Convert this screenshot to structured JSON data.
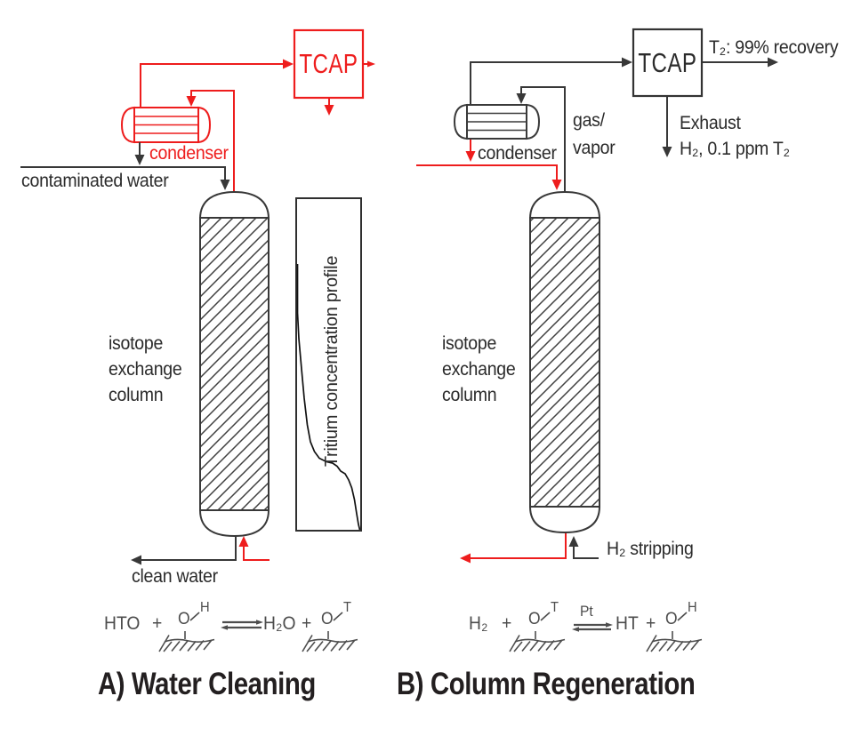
{
  "colors": {
    "red": "#ee1d1d",
    "line_dark": "#383838",
    "text_dark": "#2b2b2b",
    "equation_gray": "#4d4d4d"
  },
  "panelA": {
    "title": "A) Water Cleaning",
    "tcap": "TCAP",
    "condenser": "condenser",
    "feed": "contaminated water",
    "column_lines": [
      "isotope",
      "exchange",
      "column"
    ],
    "profile": "Tritium concentration profile",
    "outlet": "clean water",
    "eq": {
      "r1": "HTO",
      "plus1": "+",
      "o1": "O",
      "x1": "H",
      "m1": "H₂O",
      "plus2": "+",
      "o2": "O",
      "x2": "T"
    }
  },
  "panelB": {
    "title": "B) Column Regeneration",
    "tcap": "TCAP",
    "condenser": "condenser",
    "gas_lines": [
      "gas/",
      "vapor"
    ],
    "recovery": "T₂: 99% recovery",
    "exhaust_lines": [
      "Exhaust",
      "H₂, 0.1 ppm T₂"
    ],
    "column_lines": [
      "isotope",
      "exchange",
      "column"
    ],
    "stripping": "H₂ stripping",
    "eq": {
      "r1": "H₂",
      "plus1": "+",
      "o1": "O",
      "x1": "T",
      "cat": "Pt",
      "m1": "HT",
      "plus2": "+",
      "o2": "O",
      "x2": "H"
    }
  }
}
